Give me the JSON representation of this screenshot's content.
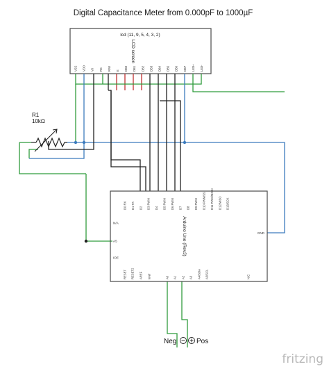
{
  "title": "Digital Capacitance Meter from 0.000pF to 1000µF",
  "lcd": {
    "label": "lcd (11, 9, 5, 4, 3, 2)",
    "caption": "LCD screen",
    "pins": [
      "VSS",
      "VDD",
      "V0",
      "RS",
      "R/W",
      "E",
      "DB0",
      "DB1",
      "DB2",
      "DB3",
      "DB4",
      "DB5",
      "DB6",
      "DB7",
      "LED+",
      "LED-"
    ]
  },
  "resistor": {
    "ref": "R1",
    "value": "10kΩ"
  },
  "arduino": {
    "label": "Arduino Uno (Rev3)",
    "top_pins": [
      "D0 RX",
      "D1 TX",
      "D2",
      "D3 PWM",
      "D4",
      "D5 PWM",
      "D6 PWM",
      "D7",
      "D8",
      "D9 PWM",
      "D10 PWM/SS",
      "D11 PWM/MOSI",
      "D12/MISO",
      "D13/SCK"
    ],
    "left_pins": [
      "N/A",
      "A5",
      "IOE"
    ],
    "right_pins": [
      "GND"
    ],
    "bottom_pins": [
      "RESET",
      "RESET2",
      "AREF",
      "ioref",
      "A0",
      "A1",
      "A2",
      "A3",
      "A4/SDA",
      "A5/SCL",
      "N/C"
    ]
  },
  "connector": {
    "neg": "Neg",
    "pos": "Pos"
  },
  "brand": "fritzing",
  "colors": {
    "green": "#2f9c3c",
    "blue": "#3c7bbd",
    "red": "#c03030",
    "black": "#222222",
    "border": "#4a4a4a",
    "brand": "#b8b8b8"
  }
}
